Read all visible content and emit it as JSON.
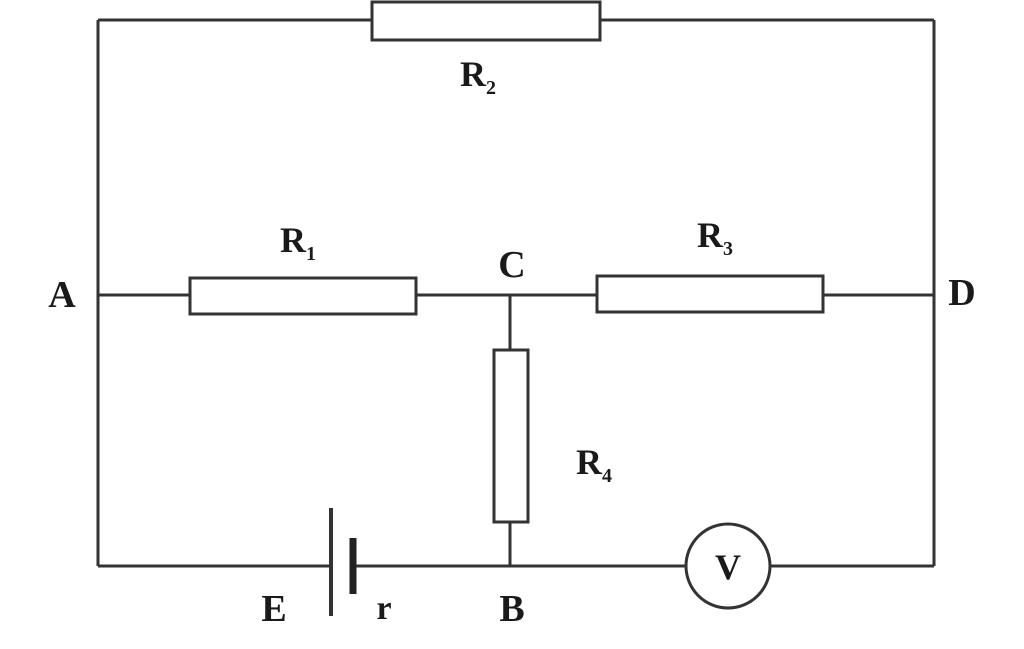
{
  "nodes": {
    "a": "A",
    "b": "B",
    "c": "C",
    "d": "D"
  },
  "resistors": {
    "r1": {
      "main": "R",
      "sub": "1"
    },
    "r2": {
      "main": "R",
      "sub": "2"
    },
    "r3": {
      "main": "R",
      "sub": "3"
    },
    "r4": {
      "main": "R",
      "sub": "4"
    }
  },
  "source": {
    "emf": "E",
    "internal": "r"
  },
  "voltmeter": {
    "symbol": "V"
  },
  "colors": {
    "line": "#333333",
    "text": "#1a1a1a",
    "background": "#ffffff"
  }
}
